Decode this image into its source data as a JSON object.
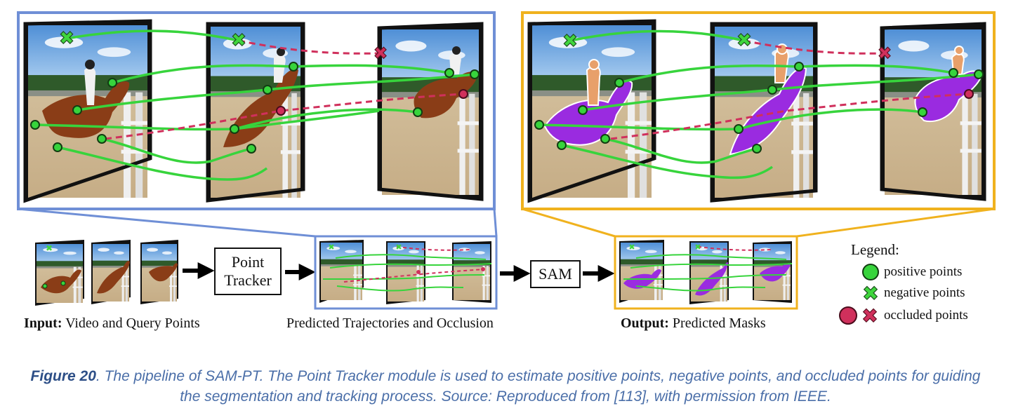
{
  "input_label": {
    "bold": "Input:",
    "rest": " Video and Query Points"
  },
  "point_tracker_label": {
    "line1": "Point",
    "line2": "Tracker"
  },
  "sam_label": "SAM",
  "trajectories_label": "Predicted Trajectories and Occlusion",
  "output_label": {
    "bold": "Output:",
    "rest": " Predicted Masks"
  },
  "legend": {
    "title": "Legend:",
    "items": [
      {
        "label": "positive points"
      },
      {
        "label": "negative points"
      },
      {
        "label": "occluded points"
      }
    ]
  },
  "caption": {
    "figure": "Figure 20",
    "text": ". The pipeline of SAM-PT. The Point Tracker module is used to estimate positive points, negative points, and occluded points for guiding the segmentation and tracking process. Source: Reproduced from [113], with permission from IEEE."
  },
  "colors": {
    "positive": "#37d43c",
    "negative": "#3fd63d",
    "occluded": "#d0305c",
    "trajectory_box": "#6f8fd6",
    "output_box": "#f0b21e",
    "mask": "#9a2be0",
    "rider_mask": "#e8a06a",
    "caption_blue": "#4a6ea8"
  }
}
